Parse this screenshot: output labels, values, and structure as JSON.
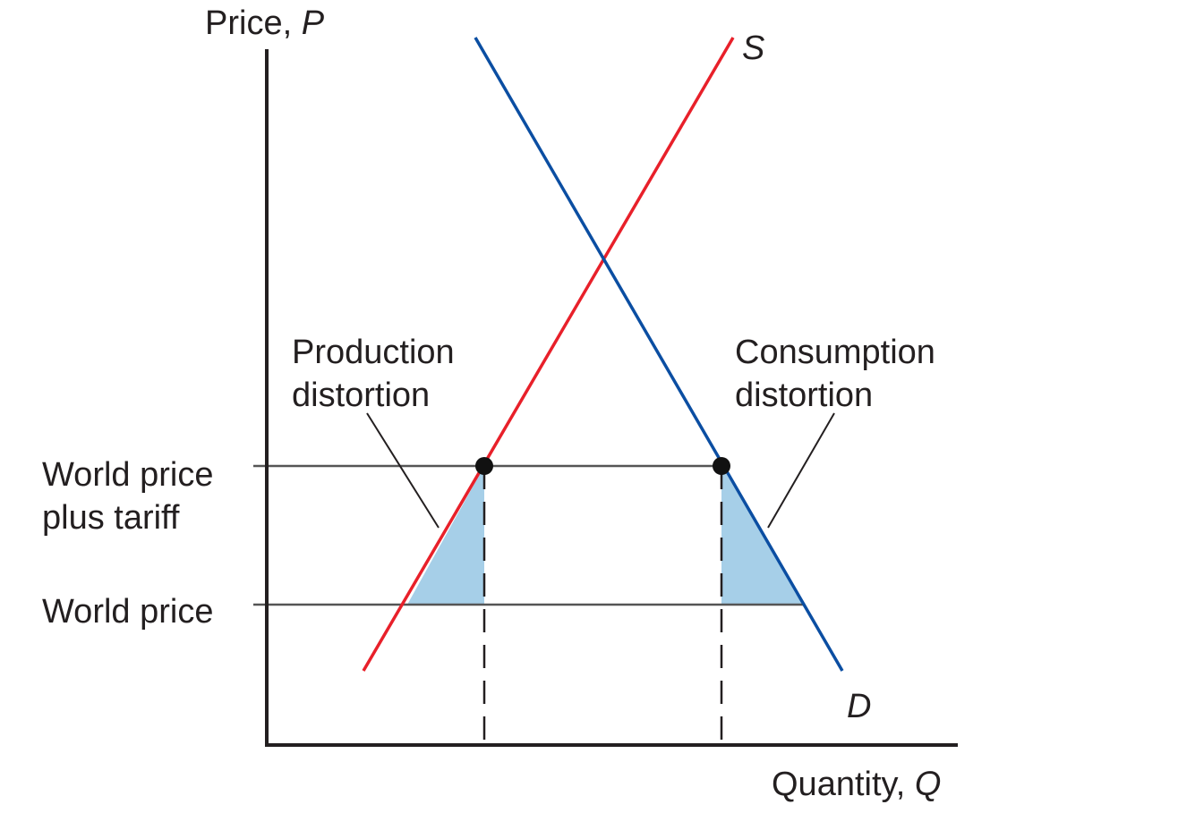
{
  "axes": {
    "y_label": "Price, ",
    "y_symbol": "P",
    "x_label": "Quantity, ",
    "x_symbol": "Q"
  },
  "curves": {
    "supply_label": "S",
    "demand_label": "D",
    "supply_color": "#e8202a",
    "demand_color": "#0b4ea2"
  },
  "price_levels": {
    "world_plus_tariff_line1": "World price",
    "world_plus_tariff_line2": "plus tariff",
    "world": "World price"
  },
  "annotations": {
    "production_line1": "Production",
    "production_line2": "distortion",
    "consumption_line1": "Consumption",
    "consumption_line2": "distortion"
  },
  "colors": {
    "distortion_fill": "#a6cfe8",
    "axis": "#231f20"
  }
}
